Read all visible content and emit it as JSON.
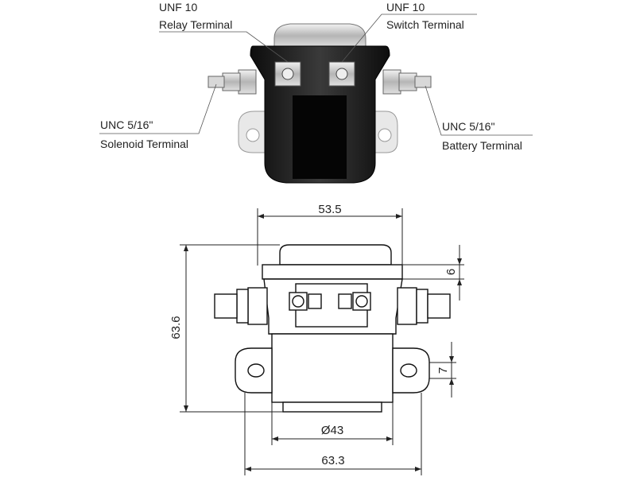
{
  "callouts": {
    "relay": {
      "spec": "UNF 10",
      "name": "Relay Terminal"
    },
    "switch": {
      "spec": "UNF 10",
      "name": "Switch Terminal"
    },
    "solenoid": {
      "spec": "UNC 5/16\"",
      "name": "Solenoid Terminal"
    },
    "battery": {
      "spec": "UNC 5/16\"",
      "name": "Battery Terminal"
    }
  },
  "dimensions": {
    "top_width": "53.5",
    "height": "63.6",
    "cap": "6",
    "flange": "7",
    "body_diameter": "Ø43",
    "base_width": "63.3"
  },
  "colors": {
    "ink": "#222222",
    "body": "#1a1a1a",
    "metal": "#c9c9c9"
  }
}
